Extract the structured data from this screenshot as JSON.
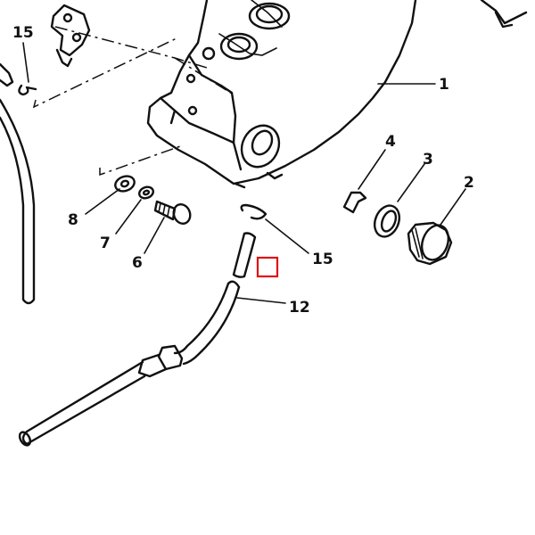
{
  "callouts": {
    "c1": "1",
    "c2": "2",
    "c3": "3",
    "c4": "4",
    "c6": "6",
    "c7": "7",
    "c8": "8",
    "c12": "12",
    "c15_top": "15",
    "c15_mid": "15"
  },
  "selection": {
    "color": "#e01010"
  }
}
